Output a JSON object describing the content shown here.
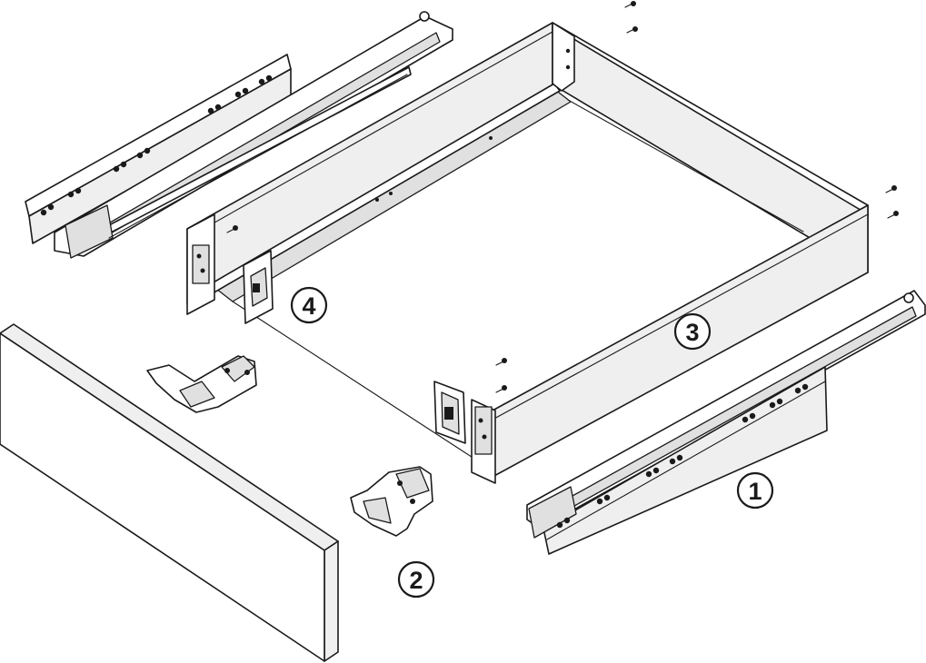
{
  "parts": {
    "runner": {
      "number": "1"
    },
    "hinge_bracket": {
      "number": "2"
    },
    "drawer_box": {
      "number": "3"
    },
    "clip": {
      "number": "4"
    }
  },
  "colors": {
    "line": "#1a1a1a",
    "panel": "#efefef",
    "background": "#ffffff"
  }
}
